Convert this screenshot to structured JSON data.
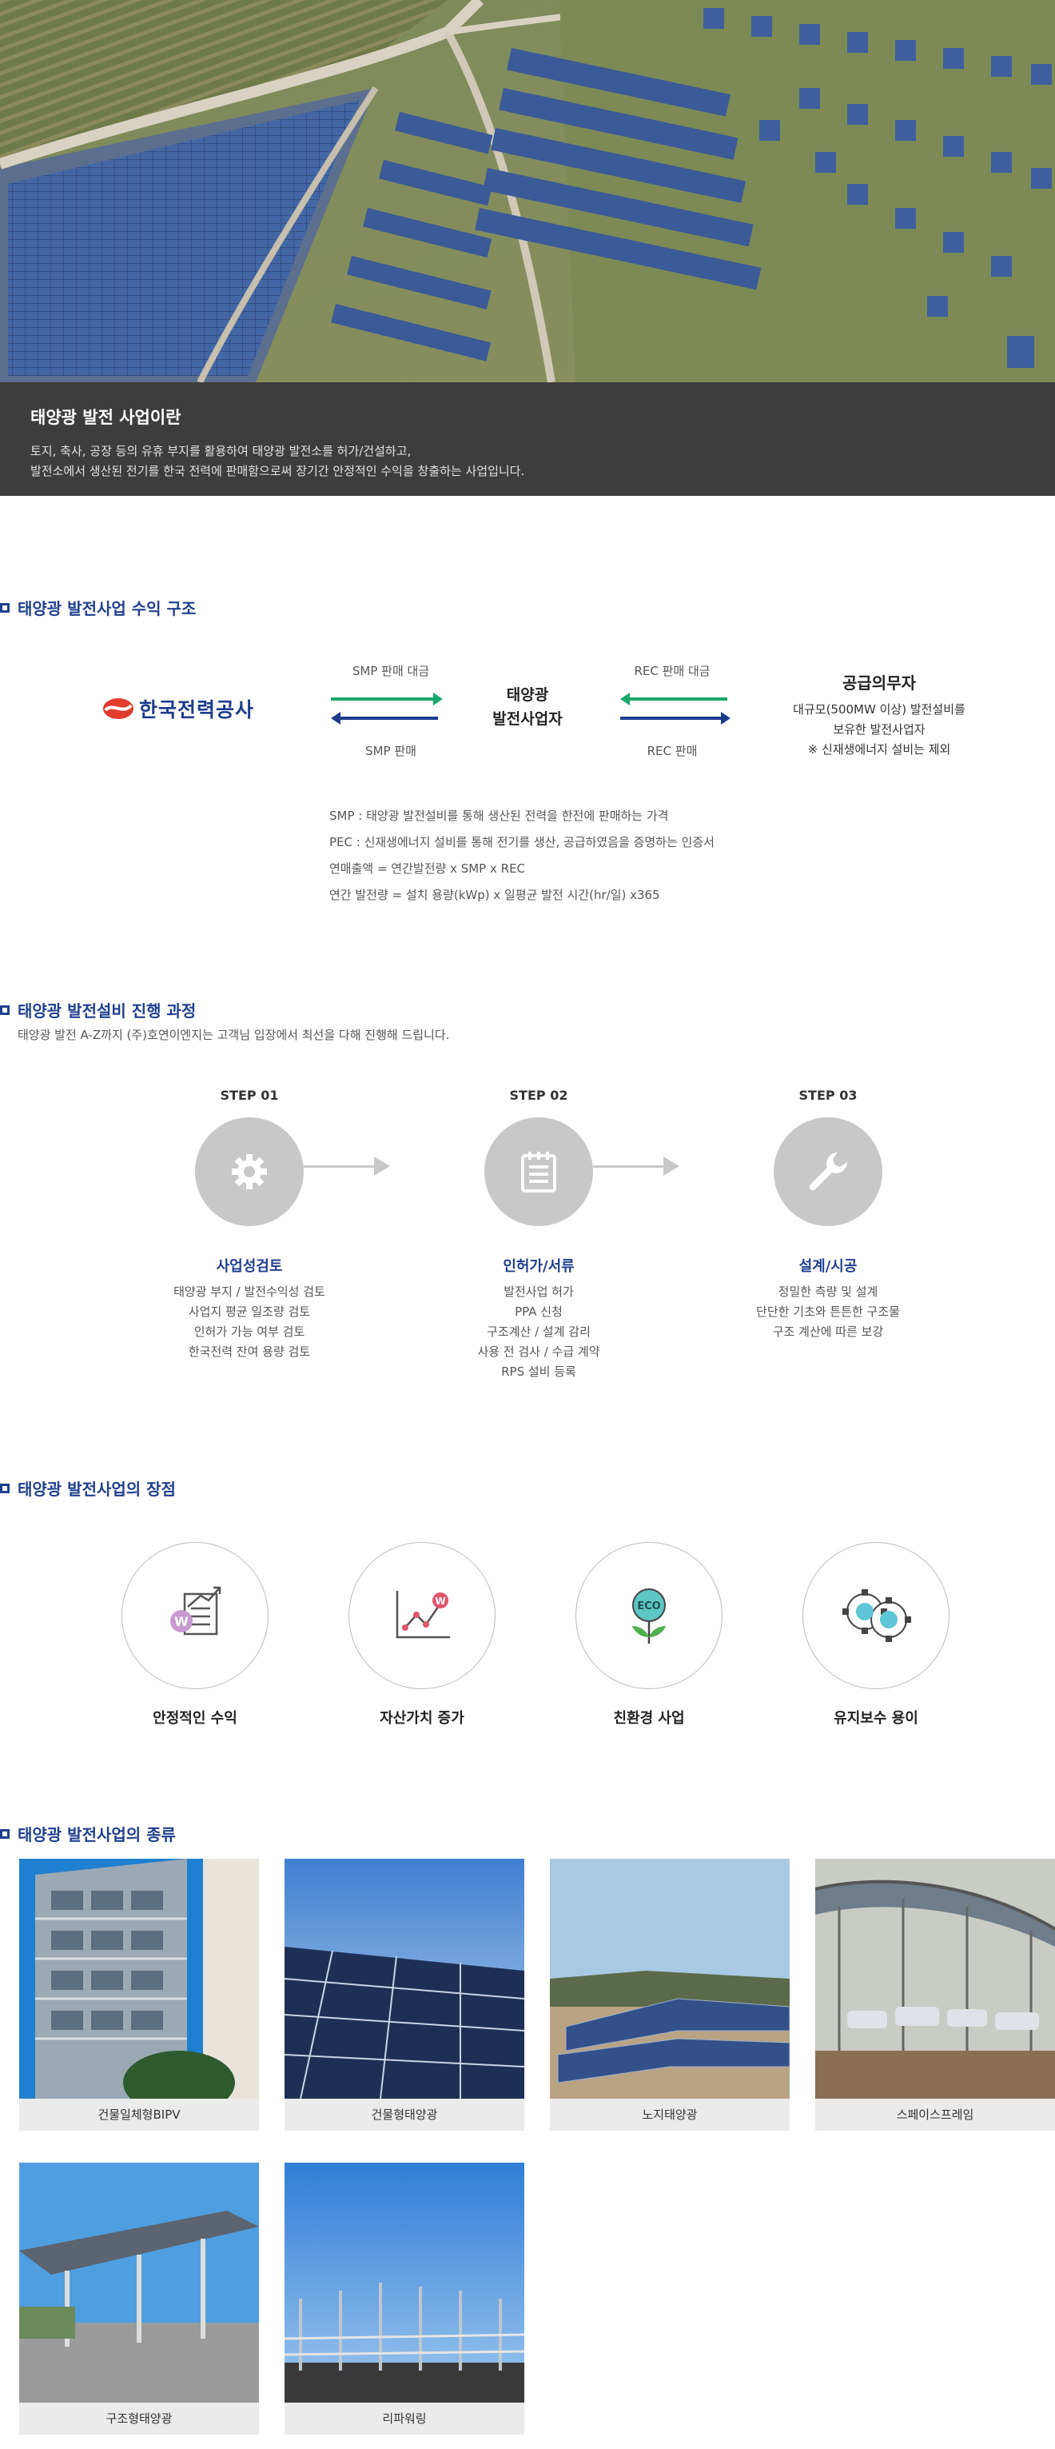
{
  "intro": {
    "title": "태양광 발전 사업이란",
    "line1": "토지, 축사, 공장 등의 유휴 부지를 활용하여 태양광 발전소를 허가/건설하고,",
    "line2": "발전소에서 생산된 전기를 한국 전력에 판매함으로써 장기간 안정적인 수익을 창출하는 사업입니다."
  },
  "revenue": {
    "title": "태양광 발전사업 수익 구조",
    "kepco": "한국전력공사",
    "smp_payment": "SMP 판매 대금",
    "smp_sale": "SMP 판매",
    "center_line1": "태양광",
    "center_line2": "발전사업자",
    "rec_payment": "REC 판매 대금",
    "rec_sale": "REC 판매",
    "supplier_title": "공급의무자",
    "supplier_line1": "대규모(500MW 이상) 발전설비를",
    "supplier_line2": "보유한 발전사업자",
    "supplier_line3": "※ 신재생에너지 설비는 제외",
    "defs": [
      "SMP : 태양광 발전설비를 통해 생산된 전력을 한전에 판매하는 가격",
      "PEC : 신재생에너지 설비를 통해 전기를 생산, 공급하였음을 증명하는 인증서",
      "연매출액 = 연간발전량 x SMP x REC",
      "연간 발전량 = 설치 용량(kWp) x 일평균 발전 시간(hr/일) x365"
    ]
  },
  "process": {
    "title": "태양광 발전설비 진행 과정",
    "subtitle": "태양광 발전 A-Z까지 (주)호연이엔지는 고객님 입장에서 최선을 다해 진행해 드립니다.",
    "steps": [
      {
        "label": "STEP 01",
        "name": "사업성검토",
        "icon": "gear-icon",
        "lines": [
          "태양광 부지 / 발전수익성 검토",
          "사업지 평균 일조량 검토",
          "인허가 가능 여부 검토",
          "한국전력 잔여 용량 검토"
        ]
      },
      {
        "label": "STEP 02",
        "name": "인허가/서류",
        "icon": "document-icon",
        "lines": [
          "발전사업 허가",
          "PPA 신청",
          "구조계산 / 설계 감리",
          "사용 전 검사 / 수급 계약",
          "RPS 설비 등록"
        ]
      },
      {
        "label": "STEP 03",
        "name": "설계/시공",
        "icon": "wrench-icon",
        "lines": [
          "정밀한 측량 및 설계",
          "단단한 기초와 튼튼한 구조물",
          "구조 계산에 따른 보강"
        ]
      }
    ]
  },
  "advantages": {
    "title": "태양광 발전사업의 장점",
    "items": [
      {
        "label": "안정적인 수익",
        "icon": "won-document-icon"
      },
      {
        "label": "자산가치 증가",
        "icon": "rising-chart-icon"
      },
      {
        "label": "친환경 사업",
        "icon": "eco-plant-icon"
      },
      {
        "label": "유지보수 용이",
        "icon": "gears-icon"
      }
    ],
    "eco_text": "ECO",
    "won_text": "W"
  },
  "types": {
    "title": "태양광 발전사업의 종류",
    "items": [
      "건물일체형BIPV",
      "건물형태양광",
      "노지태양광",
      "스페이스프레임",
      "구조형태양광",
      "리파워링"
    ]
  },
  "colors": {
    "accent": "#1f3f8f",
    "green": "#17a86b",
    "intro_bg": "#3d3d3d",
    "kepco_red": "#e23c2f"
  }
}
